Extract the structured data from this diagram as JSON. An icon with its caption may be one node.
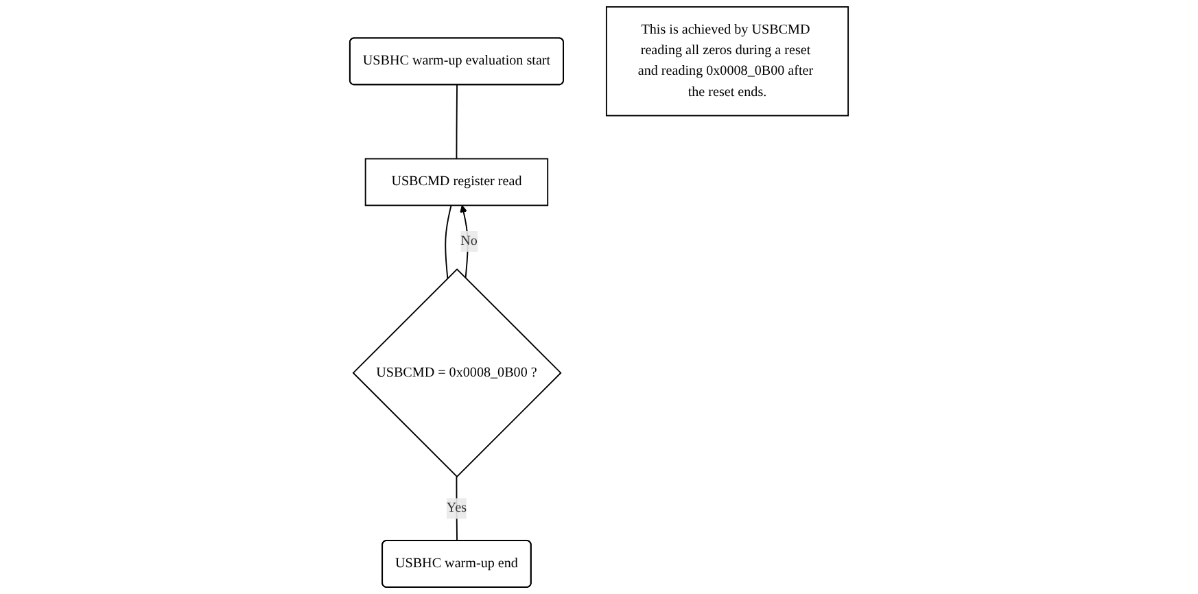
{
  "diagram": {
    "nodes": [
      {
        "text": [
          "USBHC warm-up evaluation start"
        ]
      },
      {
        "text": [
          "USBCMD register read"
        ]
      },
      {
        "text": [
          "USBCMD = 0x0008_0B00 ?"
        ]
      },
      {
        "text": [
          "USBHC warm-up end"
        ]
      },
      {
        "text": [
          "This is achieved by USBCMD reading all zeros during a reset and reading 0x0008_0B00 after the reset ends."
        ]
      }
    ],
    "edges": [
      {
        "from": 0,
        "to": 1,
        "arrow": "none"
      },
      {
        "from": 1,
        "to": 2,
        "arrow": "none"
      },
      {
        "from": 2,
        "to": 1,
        "arrow": "to",
        "label": "No"
      },
      {
        "from": 2,
        "to": 3,
        "arrow": "none",
        "label": "Yes"
      }
    ]
  }
}
